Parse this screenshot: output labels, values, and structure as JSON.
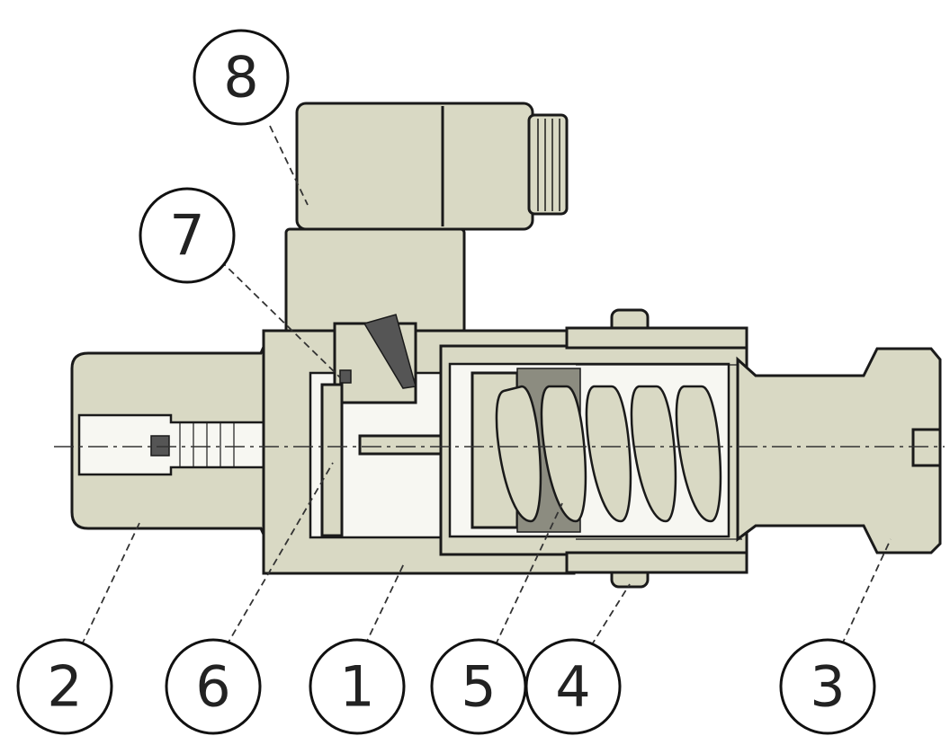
{
  "diagram": {
    "colors": {
      "body": "#d9d9c4",
      "cavity": "#f7f7f2",
      "outline": "#1a1a1a",
      "callout_text": "#222222"
    },
    "callouts": [
      {
        "label": "8"
      },
      {
        "label": "7"
      },
      {
        "label": "2"
      },
      {
        "label": "6"
      },
      {
        "label": "1"
      },
      {
        "label": "5"
      },
      {
        "label": "4"
      },
      {
        "label": "3"
      }
    ]
  }
}
